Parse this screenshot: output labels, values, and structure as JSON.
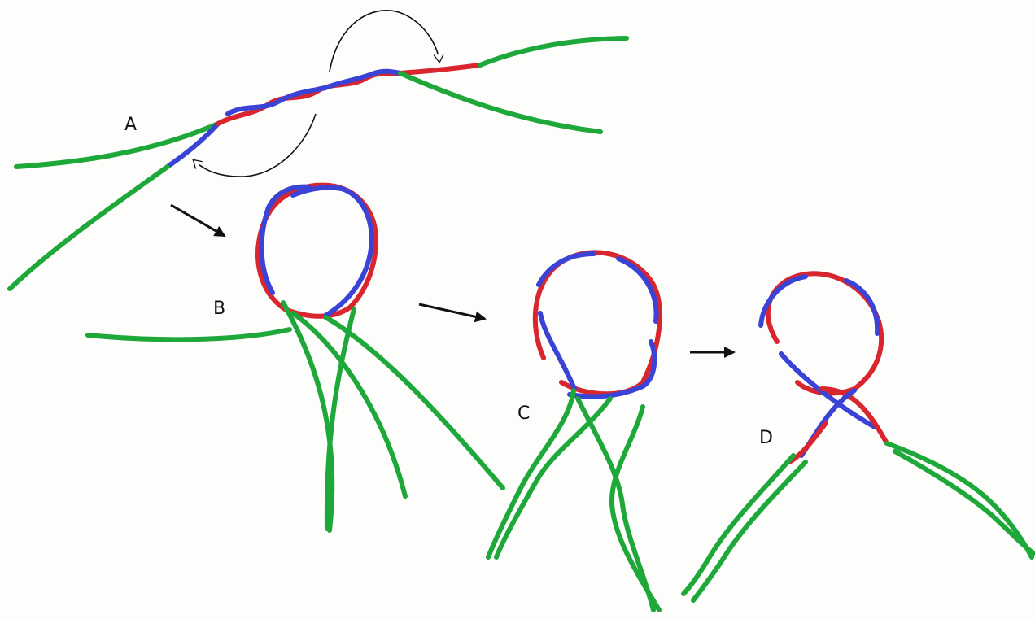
{
  "labels": {
    "a": "A",
    "b": "B",
    "c": "C",
    "d": "D"
  },
  "colors": {
    "green": "#1fa83a",
    "red": "#d8252e",
    "blue": "#3b43d6",
    "ink": "#111111"
  }
}
